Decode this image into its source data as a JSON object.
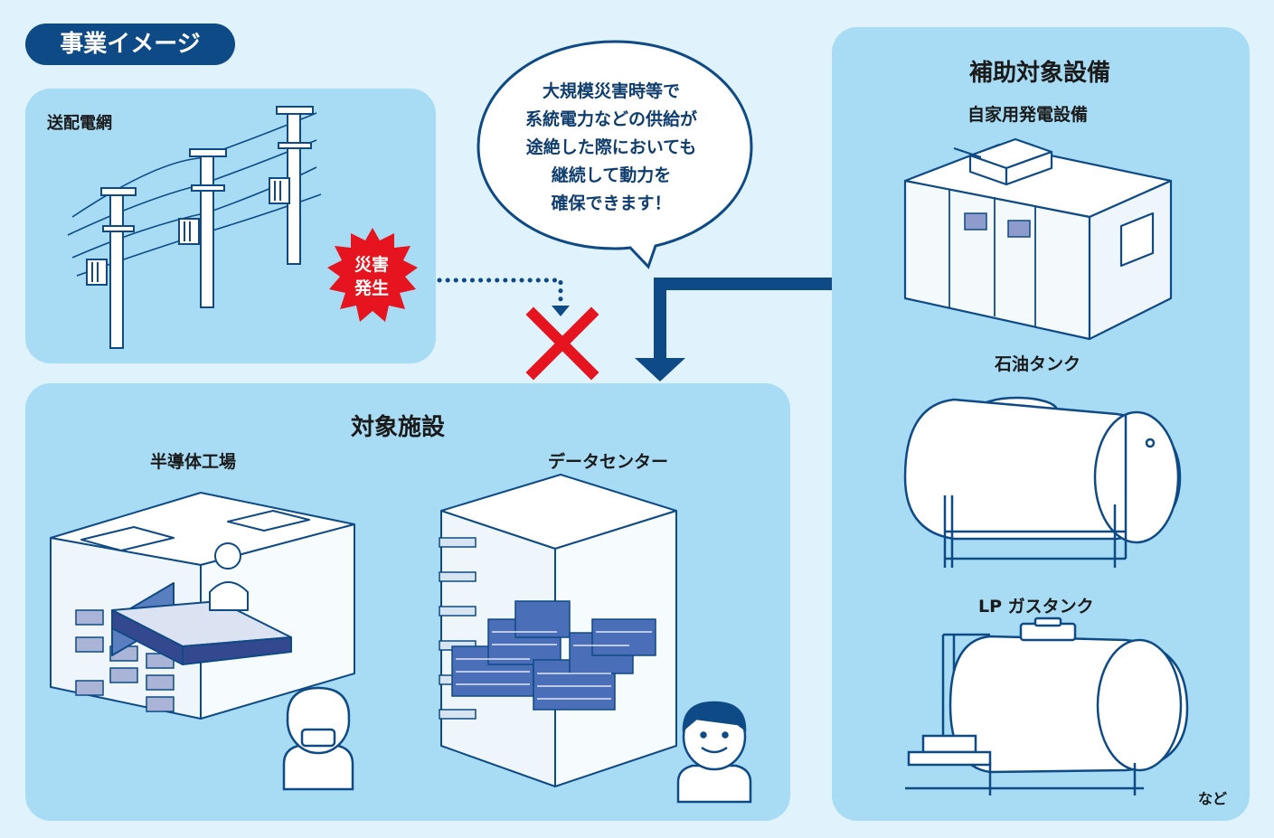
{
  "badge": "事業イメージ",
  "grid": {
    "title": "送配電網"
  },
  "disaster": {
    "line1": "災害",
    "line2": "発生"
  },
  "speech": {
    "lines": [
      "大規模災害時等で",
      "系統電力などの供給が",
      "途絶した際においても",
      "継続して動力を",
      "確保できます！"
    ]
  },
  "facilities": {
    "title": "対象施設",
    "factory": "半導体工場",
    "datacenter": "データセンター"
  },
  "equipment": {
    "title": "補助対象設備",
    "generator": "自家用発電設備",
    "oil_tank": "石油タンク",
    "lp_tank": "LP ガスタンク",
    "etc": "など"
  },
  "colors": {
    "navy": "#0e4a86",
    "panel": "#a7dcf4",
    "background": "#e0f2fb",
    "red": "#e6141e"
  }
}
